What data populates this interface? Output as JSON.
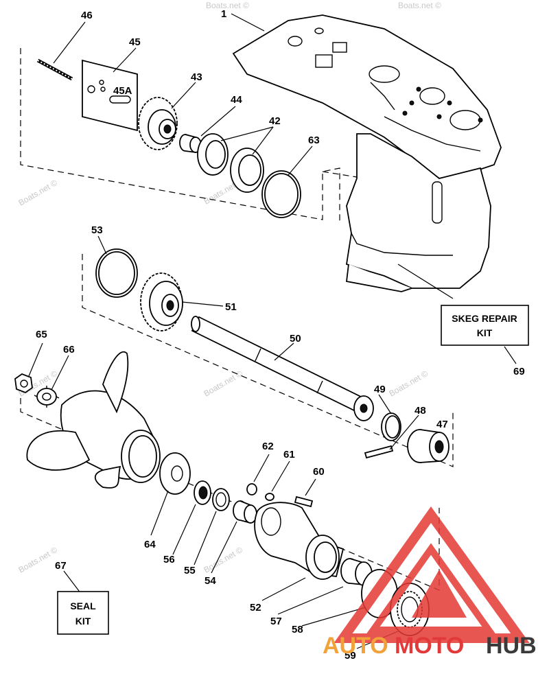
{
  "diagram": {
    "watermark": "Boats.net ©",
    "labels": {
      "p1": "1",
      "p42": "42",
      "p43": "43",
      "p44": "44",
      "p45": "45",
      "p45a": "45A",
      "p46": "46",
      "p47": "47",
      "p48": "48",
      "p49": "49",
      "p50": "50",
      "p51": "51",
      "p52": "52",
      "p53": "53",
      "p54": "54",
      "p55": "55",
      "p56": "56",
      "p57": "57",
      "p58": "58",
      "p59": "59",
      "p60": "60",
      "p61": "61",
      "p62": "62",
      "p63": "63",
      "p64": "64",
      "p65": "65",
      "p66": "66",
      "p67": "67",
      "p69": "69"
    },
    "skeg_box": {
      "line1": "SKEG REPAIR",
      "line2": "KIT"
    },
    "seal_box": {
      "line1": "SEAL",
      "line2": "KIT"
    }
  },
  "logo": {
    "part1": "AUTO",
    "part2": "MOTO",
    "part3": "HUB",
    "colors": {
      "auto": "#f2a23a",
      "moto": "#e23a3a",
      "hub": "#3a3a3a",
      "triangle": "#e53935"
    }
  }
}
